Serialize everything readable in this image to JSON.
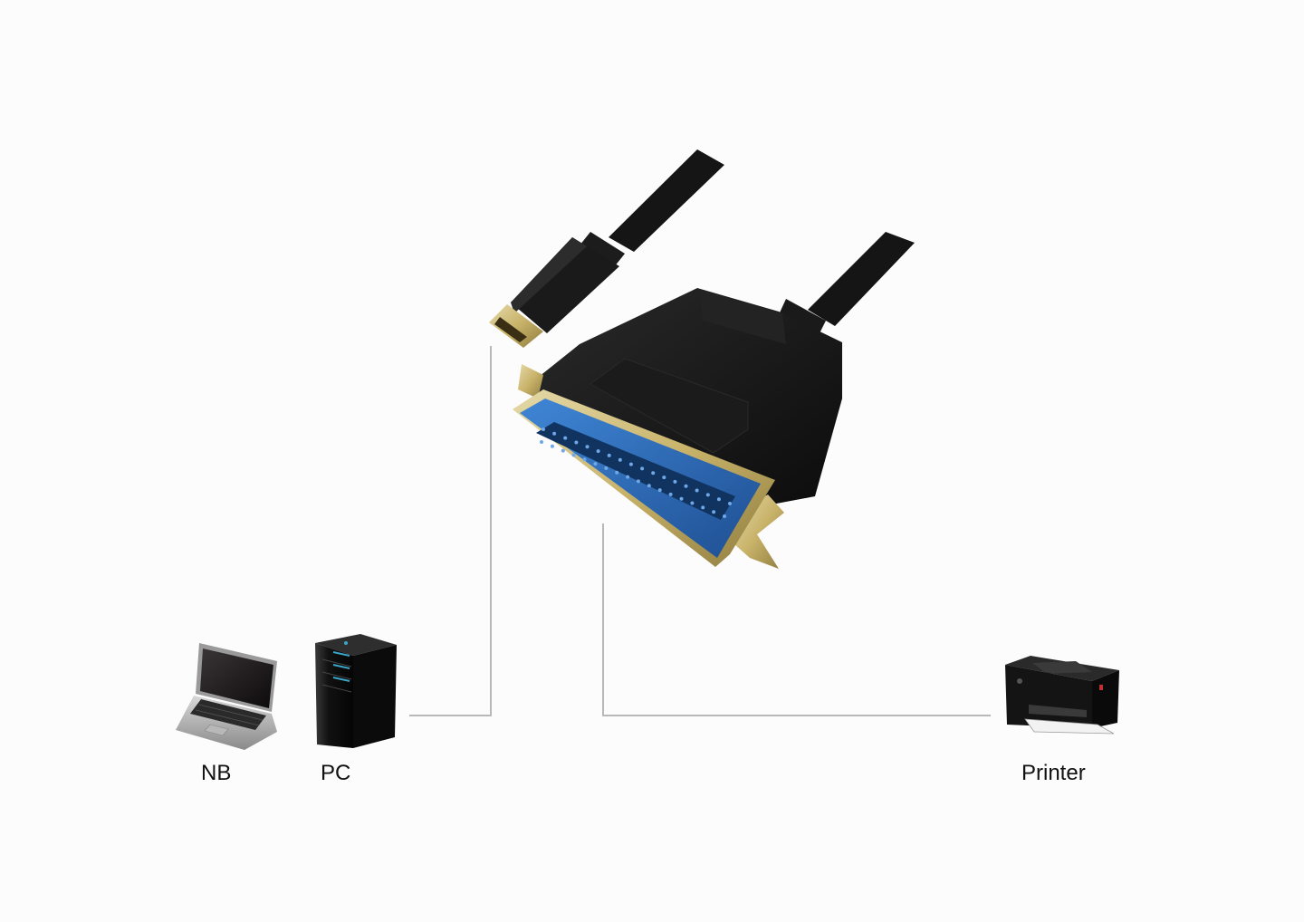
{
  "devices": {
    "notebook": {
      "label": "NB",
      "icon": "laptop-icon"
    },
    "pc": {
      "label": "PC",
      "icon": "pc-tower-icon"
    },
    "printer": {
      "label": "Printer",
      "icon": "printer-icon"
    }
  },
  "cable": {
    "end_a": "usb-c-plug",
    "end_b": "centronics-36-pin-connector"
  },
  "colors": {
    "background": "#fcfcfc",
    "connector_line": "#b8b8b8",
    "cable_black": "#151515",
    "gold_plating": "#c9b36a",
    "pin_insulator_blue": "#2d6fc0",
    "label_text": "#111111"
  }
}
